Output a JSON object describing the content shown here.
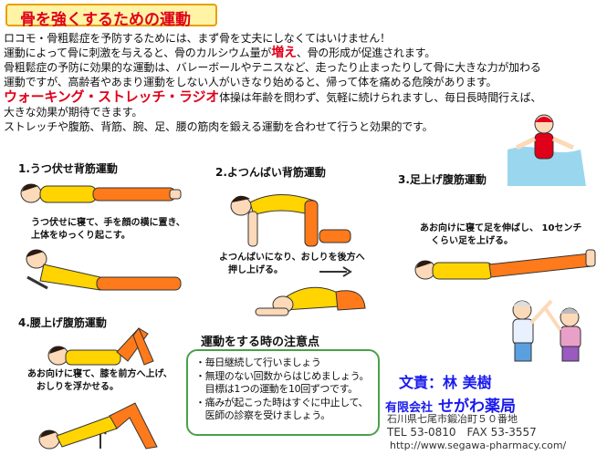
{
  "title": "骨を強くするための運動",
  "intro": {
    "line1": "ロコモ・骨粗鬆症を予防するためには、まず骨を丈夫にしなくてはいけません！",
    "line2a": "運動によって骨に刺激を与えると、骨のカルシウム量が",
    "line2em": "増え",
    "line2b": "、骨の形成が促進されます。",
    "line3": "骨粗鬆症の予防に効果的な運動は、バレーボールやテニスなど、走ったり止まったりして骨に大きな力が加わる",
    "line4": "運動ですが、高齢者やあまり運動をしない人がいきなり始めると、帰って体を痛める危険があります。",
    "line5em": "ウォーキング・ストレッチ・ラジオ",
    "line5b": "体操は年齢を問わず、気軽に続けられますし、毎日長時間行えば、",
    "line6": "大きな効果が期待できます。",
    "line7": "ストレッチや腹筋、背筋、腕、足、腰の筋肉を鍛える運動を合わせて行うと効果的です。"
  },
  "exercises": [
    {
      "label": "1.うつ伏せ背筋運動",
      "note1": "うつ伏せに寝て、手を顔の横に置き、",
      "note2": "上体をゆっくり起こす。"
    },
    {
      "label": "2.よつんばい背筋運動",
      "note1": "よつんばいになり、おしりを後方へ",
      "note2": "押し上げる。"
    },
    {
      "label": "3.足上げ腹筋運動",
      "note1": "あお向けに寝て足を伸ばし、 10センチ",
      "note2": "くらい足を上げる。"
    },
    {
      "label": "4.腰上げ腹筋運動",
      "note1": "あお向けに寝て、膝を前方へ上げ、",
      "note2": "おしりを浮かせる。"
    }
  ],
  "notes": {
    "title": "運動をする時の注意点",
    "items": [
      "・毎日継続して行いましょう",
      "・無理のない回数からはじめましょう。",
      "　目標は1つの運動を10回ずつです。",
      "・痛みが起こった時はすぐに中止して、",
      "　医師の診察を受けましょう。"
    ]
  },
  "footer": {
    "author": "文責：林 美樹",
    "company_prefix": "有限会社",
    "company_name": "せがわ薬局",
    "address": "石川県七尾市鍛冶町５０番地",
    "tel": "TEL 53-0810　FAX 53-3557",
    "url": "http://www.segawa-pharmacy.com/"
  },
  "colors": {
    "title_red": "#e0001a",
    "title_bg": "#fff3a6",
    "title_border": "#e8a000",
    "shirt": "#ffd400",
    "pants": "#ff7a1a",
    "skin": "#fcd9b8",
    "note_border": "#4aa04a",
    "pharmacy_blue": "#1a1aee"
  }
}
